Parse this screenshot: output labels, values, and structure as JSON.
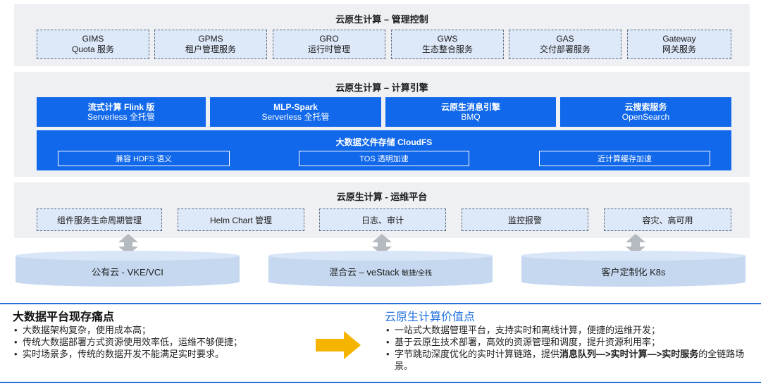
{
  "management": {
    "title": "云原生计算 – 管理控制",
    "boxes": [
      {
        "line1": "GIMS",
        "line2": "Quota 服务"
      },
      {
        "line1": "GPMS",
        "line2": "租户管理服务"
      },
      {
        "line1": "GRO",
        "line2": "运行时管理"
      },
      {
        "line1": "GWS",
        "line2": "生态整合服务"
      },
      {
        "line1": "GAS",
        "line2": "交付部署服务"
      },
      {
        "line1": "Gateway",
        "line2": "网关服务"
      }
    ]
  },
  "engine": {
    "title": "云原生计算 – 计算引擎",
    "boxes": [
      {
        "line1": "流式计算 Flink 版",
        "line2": "Serverless 全托管"
      },
      {
        "line1": "MLP-Spark",
        "line2": "Serverless 全托管"
      },
      {
        "line1": "云原生消息引擎",
        "line2": "BMQ"
      },
      {
        "line1": "云搜索服务",
        "line2": "OpenSearch"
      }
    ],
    "storage": {
      "title": "大数据文件存储 CloudFS",
      "items": [
        "兼容 HDFS 语义",
        "TOS 透明加速",
        "近计算缓存加速"
      ]
    }
  },
  "ops": {
    "title": "云原生计算 - 运维平台",
    "boxes": [
      "组件服务生命周期管理",
      "Helm Chart 管理",
      "日志、审计",
      "监控报警",
      "容灾、高可用"
    ]
  },
  "clouds": [
    {
      "label": "公有云 - VKE/VCI",
      "suffix": ""
    },
    {
      "label": "混合云 – veStack ",
      "suffix": "敏捷/全栈"
    },
    {
      "label": "客户定制化 K8s",
      "suffix": ""
    }
  ],
  "pain": {
    "title": "大数据平台现存痛点",
    "items": [
      "大数据架构复杂，使用成本高；",
      "传统大数据部署方式资源使用效率低，运维不够便捷；",
      "实时场景多，传统的数据开发不能满足实时要求。"
    ]
  },
  "value": {
    "title": "云原生计算价值点",
    "items": [
      "一站式大数据管理平台，支持实时和离线计算，便捷的运维开发；",
      "基于云原生技术部署，高效的资源管理和调度，提升资源利用率；"
    ],
    "item3": {
      "prefix": "字节跳动深度优化的实时计算链路，提供",
      "bold1": "消息队列—>实时计算—>实时服务",
      "suffix": "的全链路场景。"
    }
  },
  "colors": {
    "brand_blue": "#1168ea",
    "light_box": "#dde8f8",
    "panel_bg": "#eef0f4",
    "arrow": "#f5b400",
    "accent_title": "#1d6fe0"
  }
}
